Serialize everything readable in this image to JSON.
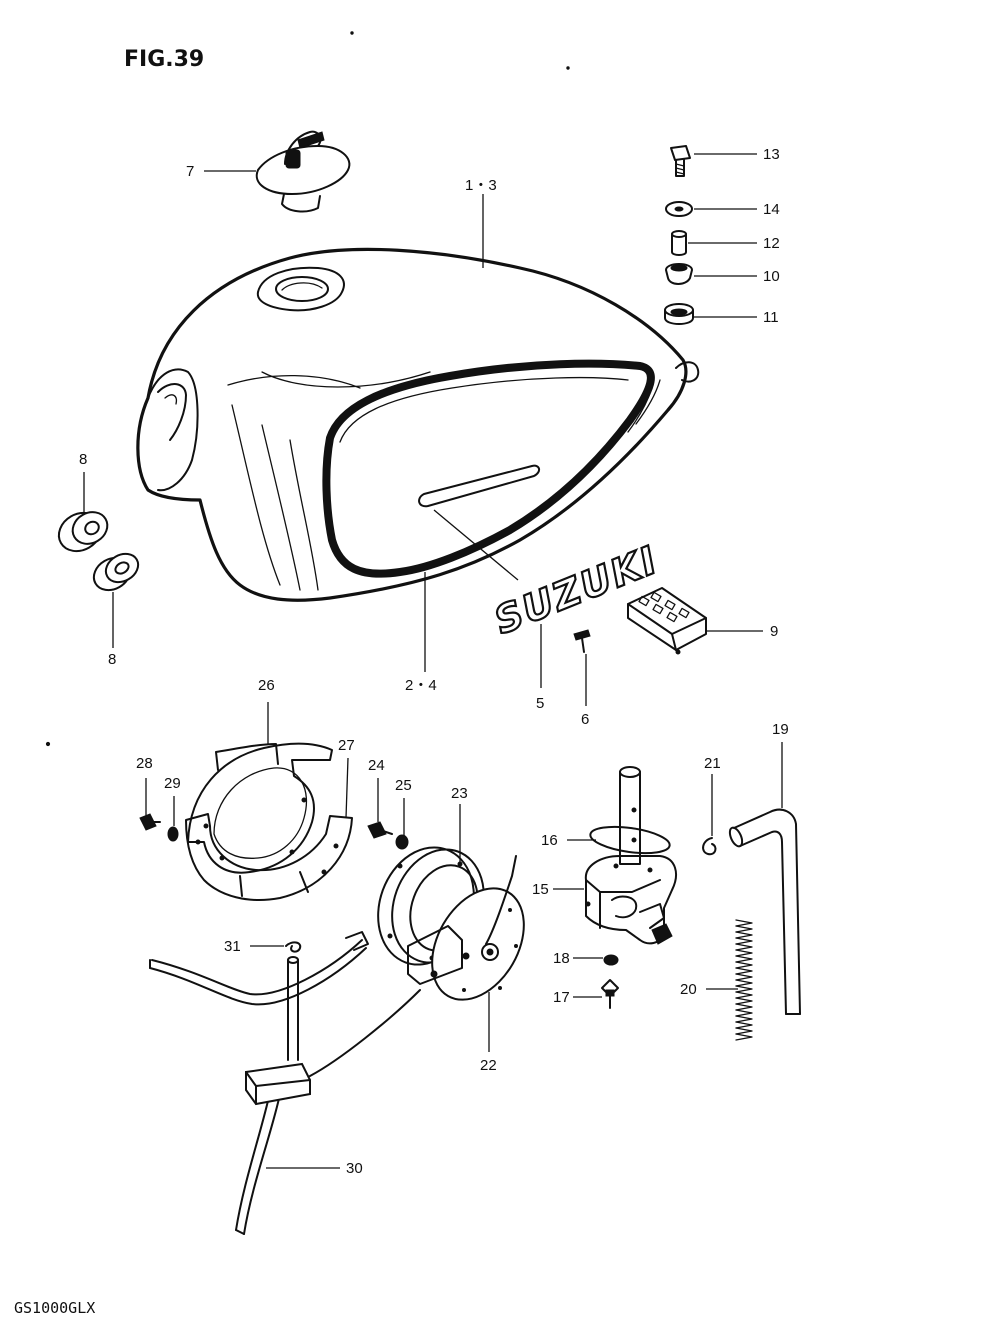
{
  "figure": {
    "title": "FIG.39",
    "model": "GS1000GLX"
  },
  "emblem": {
    "text": "SUZUKI"
  },
  "callouts": {
    "c7": "7",
    "c13": "1・3",
    "c13b": "13",
    "c14": "14",
    "c12": "12",
    "c10": "10",
    "c11": "11",
    "c8a": "8",
    "c8b": "8",
    "c24t": "2・4",
    "c5": "5",
    "c6": "6",
    "c9": "9",
    "c26": "26",
    "c27": "27",
    "c28": "28",
    "c29": "29",
    "c24": "24",
    "c25": "25",
    "c23": "23",
    "c19": "19",
    "c21": "21",
    "c16": "16",
    "c15": "15",
    "c18": "18",
    "c17": "17",
    "c20": "20",
    "c31": "31",
    "c22": "22",
    "c30": "30"
  },
  "parts": [
    {
      "number": "1・3",
      "icon": "fuel-tank-icon"
    },
    {
      "number": "2・4",
      "icon": "tank-panel-icon"
    },
    {
      "number": "5",
      "icon": "suzuki-emblem-icon"
    },
    {
      "number": "6",
      "icon": "screw-icon"
    },
    {
      "number": "7",
      "icon": "fuel-cap-icon"
    },
    {
      "number": "8",
      "icon": "cushion-icon"
    },
    {
      "number": "9",
      "icon": "tank-cushion-icon"
    },
    {
      "number": "10",
      "icon": "cushion-icon"
    },
    {
      "number": "11",
      "icon": "cushion-icon"
    },
    {
      "number": "12",
      "icon": "collar-icon"
    },
    {
      "number": "13",
      "icon": "bolt-icon"
    },
    {
      "number": "14",
      "icon": "washer-icon"
    },
    {
      "number": "15",
      "icon": "fuel-cock-icon"
    },
    {
      "number": "16",
      "icon": "o-ring-icon"
    },
    {
      "number": "17",
      "icon": "bolt-icon"
    },
    {
      "number": "18",
      "icon": "washer-icon"
    },
    {
      "number": "19",
      "icon": "hose-icon"
    },
    {
      "number": "20",
      "icon": "spring-icon"
    },
    {
      "number": "21",
      "icon": "clip-icon"
    },
    {
      "number": "22",
      "icon": "fuel-gauge-plate-icon"
    },
    {
      "number": "23",
      "icon": "gasket-icon"
    },
    {
      "number": "24",
      "icon": "bolt-icon"
    },
    {
      "number": "25",
      "icon": "washer-icon"
    },
    {
      "number": "26",
      "icon": "plate-icon"
    },
    {
      "number": "27",
      "icon": "plate-icon"
    },
    {
      "number": "28",
      "icon": "bolt-icon"
    },
    {
      "number": "29",
      "icon": "washer-icon"
    },
    {
      "number": "30",
      "icon": "lead-wire-icon"
    },
    {
      "number": "31",
      "icon": "clamp-icon"
    }
  ]
}
